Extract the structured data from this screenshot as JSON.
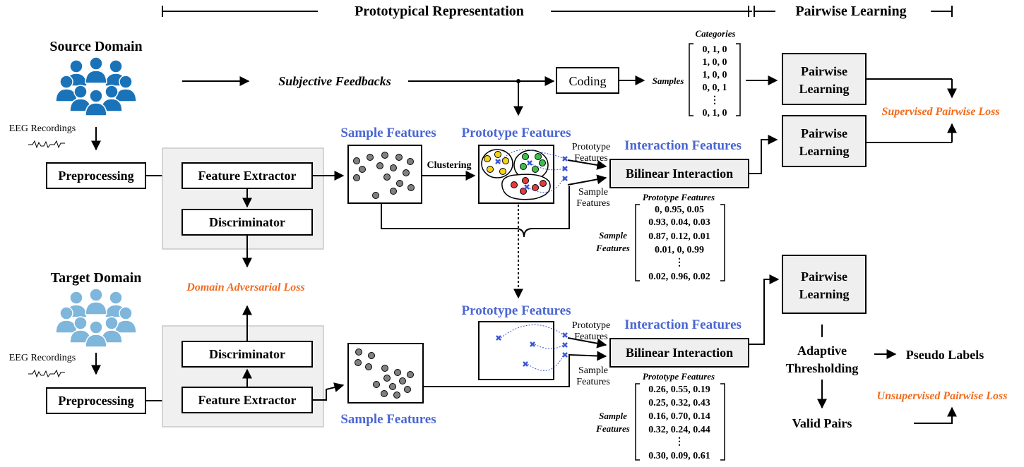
{
  "header": {
    "prototypical_representation": "Prototypical Representation",
    "pairwise_learning": "Pairwise Learning"
  },
  "source": {
    "title": "Source Domain",
    "eeg": "EEG Recordings",
    "preprocessing": "Preprocessing",
    "feature_extractor": "Feature Extractor",
    "discriminator": "Discriminator",
    "subjective_feedbacks": "Subjective Feedbacks",
    "coding": "Coding",
    "samples": "Samples",
    "categories": "Categories",
    "category_rows": [
      "0,  1,  0",
      "1,  0,  0",
      "1,  0,  0",
      "0,  0,  1",
      "⋮",
      "0,  1,  0"
    ],
    "sample_features": "Sample Features",
    "clustering": "Clustering",
    "prototype_features": "Prototype Features",
    "interaction_features": "Interaction Features",
    "bilinear_interaction": "Bilinear Interaction",
    "proto_in": "Prototype Features",
    "sample_in": "Sample Features",
    "matrix_header": "Prototype Features",
    "matrix_side": "Sample Features",
    "matrix_rows": [
      "0,   0.95, 0.05",
      "0.93, 0.04, 0.03",
      "0.87, 0.12, 0.01",
      "0.01,   0,   0.99",
      "⋮",
      "0.02, 0.96, 0.02"
    ],
    "pairwise_1": "Pairwise Learning",
    "pairwise_2": "Pairwise Learning",
    "supervised_loss": "Supervised Pairwise Loss"
  },
  "domain_adversarial_loss": "Domain Adversarial Loss",
  "target": {
    "title": "Target Domain",
    "eeg": "EEG Recordings",
    "preprocessing": "Preprocessing",
    "feature_extractor": "Feature Extractor",
    "discriminator": "Discriminator",
    "sample_features": "Sample Features",
    "prototype_features": "Prototype Features",
    "interaction_features": "Interaction Features",
    "bilinear_interaction": "Bilinear Interaction",
    "proto_in": "Prototype Features",
    "sample_in": "Sample Features",
    "matrix_header": "Prototype Features",
    "matrix_side": "Sample Features",
    "matrix_rows": [
      "0.26, 0.55, 0.19",
      "0.25, 0.32, 0.43",
      "0.16, 0.70, 0.14",
      "0.32, 0.24, 0.44",
      "⋮",
      "0.30, 0.09, 0.61"
    ],
    "pairwise": "Pairwise Learning",
    "adaptive_thresholding": "Adaptive Thresholding",
    "pseudo_labels": "Pseudo Labels",
    "valid_pairs": "Valid Pairs",
    "unsupervised_loss": "Unsupervised Pairwise Loss"
  },
  "colors": {
    "blue_text": "#4a66d1",
    "orange_text": "#f26b1d",
    "source_people": "#1a73b8",
    "target_people": "#7fb6dc",
    "cluster_yellow": "#f4d21f",
    "cluster_green": "#3cc04a",
    "cluster_red": "#e43a3a",
    "prototype_marker": "#3a55d6"
  },
  "icons": [
    "people-group-icon",
    "eeg-wave-icon",
    "prototype-x-icon"
  ]
}
